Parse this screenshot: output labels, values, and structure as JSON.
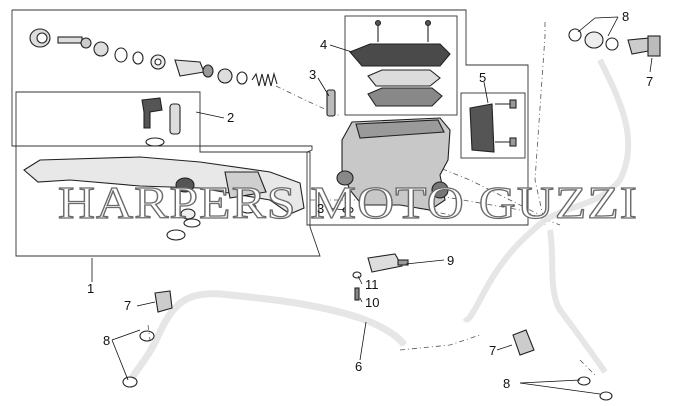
{
  "callouts": {
    "c1": "1",
    "c2": "2",
    "c3a": "3",
    "c3b": "3",
    "c4": "4",
    "c5": "5",
    "c6": "6",
    "c7a": "7",
    "c7b": "7",
    "c7c": "7",
    "c8a": "8",
    "c8b": "8",
    "c8c": "8",
    "c9": "9",
    "c10": "10",
    "c11": "11"
  },
  "watermark": "HARPERS MOTO GUZZI",
  "colors": {
    "ink": "#222222",
    "part_fill": "#e6e6e6",
    "dark_part": "#555555",
    "watermark_stroke": "#6b6b6b"
  }
}
